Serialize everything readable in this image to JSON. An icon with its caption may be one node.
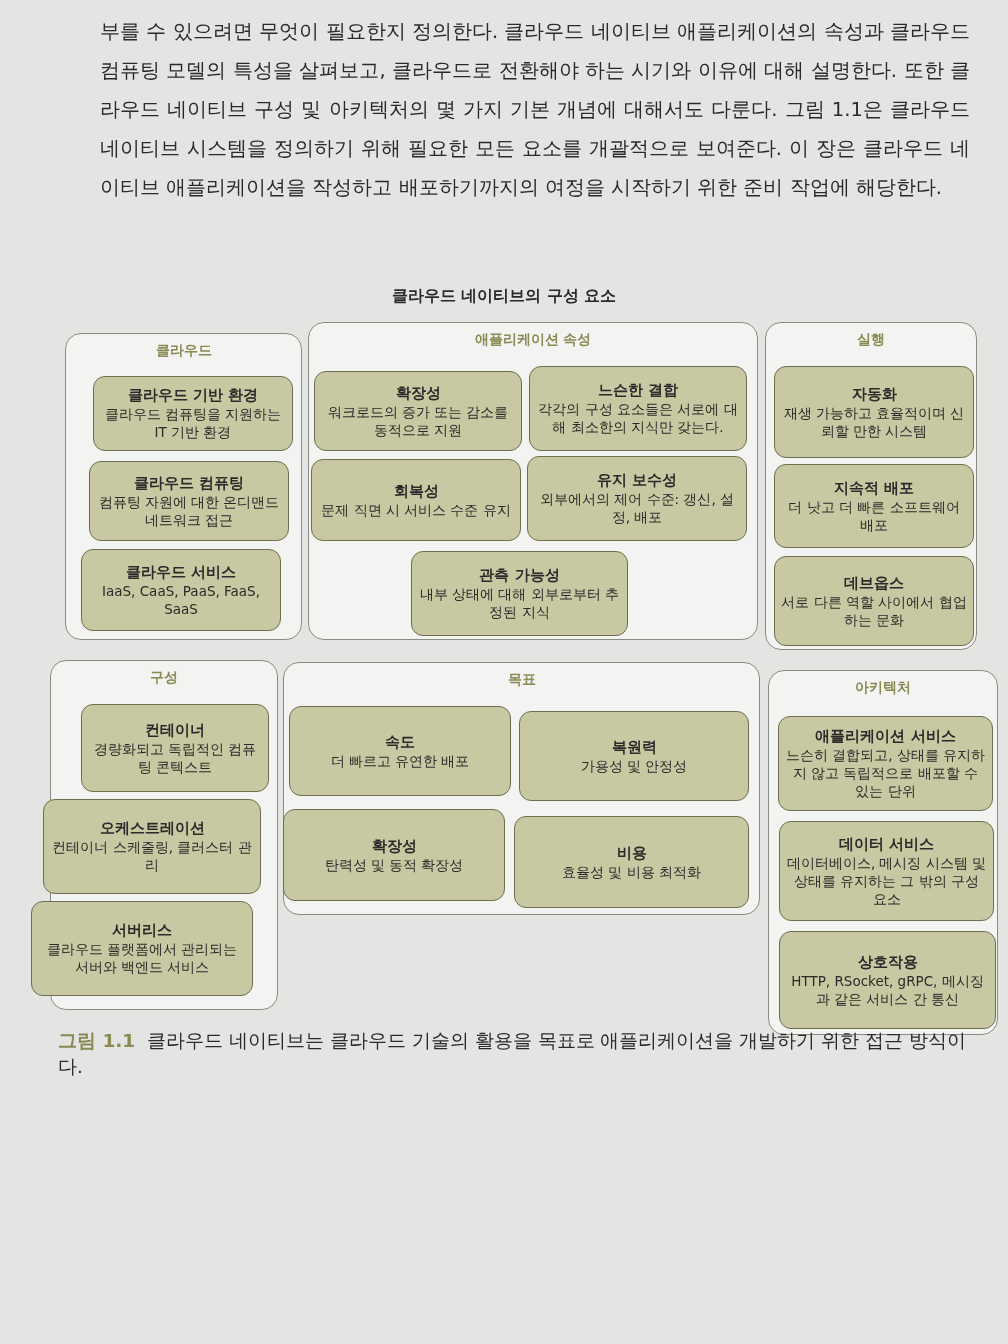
{
  "diagram": {
    "title": "클라우드 네이티브의 구성 요소",
    "caption": "**그림 1.1** 클라우드 네이티브는 클라우드 기술의 활용을 목표로 애플리케이션을 개발하기 위한 접근 방식이다.",
    "labels": [
      "부를 수 있으려면 무엇이 필요한지 정의한다. 클라우드 네이티브 애플리케이션의 속성과 클라우드 컴퓨팅 모델의 특성을 살펴보고, 클라우드로 전환해야 하는 시기와 이유에 대해 설명한다. 또한 클라우드 네이티브 구성 및 아키텍처의 몇 가지 기본 개념에 대해서도 다룬다. 그림 1.1은 클라우드 네이티브 시스템을 정의하기 위해 필요한 모든 요소를 개괄적으로 보여준다. 이 장은 클라우드 네이티브 애플리케이션을 작성하고 배포하기까지의 여정을 시작하기 위한 준비 작업에 해당한다."
    ],
    "nodes": [
      {
        "text": [
          "클라우드"
        ]
      },
      {
        "text": [
          "클라우드 기반 환경",
          "클라우드 컴퓨팅을 지원하는 IT 기반 환경"
        ],
        "in": 0
      },
      {
        "text": [
          "클라우드 컴퓨팅",
          "컴퓨팅 자원에 대한 온디맨드 네트워크 접근"
        ],
        "in": 0
      },
      {
        "text": [
          "클라우드 서비스",
          "IaaS, CaaS, PaaS, FaaS, SaaS"
        ],
        "in": 0
      },
      {
        "text": [
          "애플리케이션 속성"
        ]
      },
      {
        "text": [
          "확장성",
          "워크로드의 증가 또는 감소를 동적으로 지원"
        ],
        "in": 4
      },
      {
        "text": [
          "느슨한 결합",
          "각각의 구성 요소들은 서로에 대해 최소한의 지식만 갖는다."
        ],
        "in": 4
      },
      {
        "text": [
          "회복성",
          "문제 직면 시 서비스 수준 유지"
        ],
        "in": 4
      },
      {
        "text": [
          "유지 보수성",
          "외부에서의 제어 수준: 갱신, 설정, 배포"
        ],
        "in": 4
      },
      {
        "text": [
          "관측 가능성",
          "내부 상태에 대해 외부로부터 추정된 지식"
        ],
        "in": 4
      },
      {
        "text": [
          "실행"
        ]
      },
      {
        "text": [
          "자동화",
          "재생 가능하고 효율적이며 신뢰할 만한 시스템"
        ],
        "in": 10
      },
      {
        "text": [
          "지속적 배포",
          "더 낫고 더 빠른 소프트웨어 배포"
        ],
        "in": 10
      },
      {
        "text": [
          "데브옵스",
          "서로 다른 역할 사이에서 협업하는 문화"
        ],
        "in": 10
      },
      {
        "text": [
          "구성"
        ]
      },
      {
        "text": [
          "컨테이너",
          "경량화되고 독립적인 컴퓨팅 콘텍스트"
        ],
        "in": 14
      },
      {
        "text": [
          "오케스트레이션",
          "컨테이너 스케줄링, 클러스터 관리"
        ],
        "in": 14
      },
      {
        "text": [
          "서버리스",
          "클라우드 플랫폼에서 관리되는 서버와 백엔드 서비스"
        ],
        "in": 14
      },
      {
        "text": [
          "목표"
        ]
      },
      {
        "text": [
          "속도",
          "더 빠르고 유연한 배포"
        ],
        "in": 18
      },
      {
        "text": [
          "복원력",
          "가용성 및 안정성"
        ],
        "in": 18
      },
      {
        "text": [
          "확장성",
          "탄력성 및 동적 확장성"
        ],
        "in": 18
      },
      {
        "text": [
          "비용",
          "효율성 및 비용 최적화"
        ],
        "in": 18
      },
      {
        "text": [
          "아키텍처"
        ]
      },
      {
        "text": [
          "애플리케이션 서비스",
          "느슨히 결합되고, 상태를 유지하지 않고 독립적으로 배포할 수 있는 단위"
        ],
        "in": 23
      },
      {
        "text": [
          "데이터 서비스",
          "데이터베이스, 메시징 시스템 및 상태를 유지하는 그 밖의 구성 요소"
        ],
        "in": 23
      },
      {
        "text": [
          "상호작용",
          "HTTP, RSocket, gRPC, 메시징과 같은 서비스 간 통신"
        ],
        "in": 23
      }
    ]
  }
}
